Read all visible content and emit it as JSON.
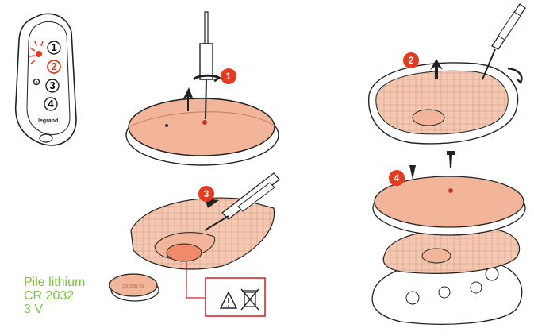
{
  "colors": {
    "step_badge": "#e53a1f",
    "caption_green": "#7dc142",
    "shell_salmon": "#f2b59a",
    "warning_red": "#d8262b",
    "outline": "#1a1a1a"
  },
  "remote": {
    "buttons": [
      "1",
      "2",
      "3",
      "4"
    ],
    "brand": "legrand"
  },
  "steps": [
    {
      "label": "1"
    },
    {
      "label": "2"
    },
    {
      "label": "3"
    },
    {
      "label": "4"
    }
  ],
  "battery": {
    "line1": "Pile lithium",
    "line2": "CR 2032",
    "line3": "3 V",
    "coin_text": "CR 2032 3V"
  },
  "icons": {
    "warning": "warning-triangle-icon",
    "disposal": "crossed-out-bin-icon",
    "screwdriver": "screwdriver-icon"
  }
}
